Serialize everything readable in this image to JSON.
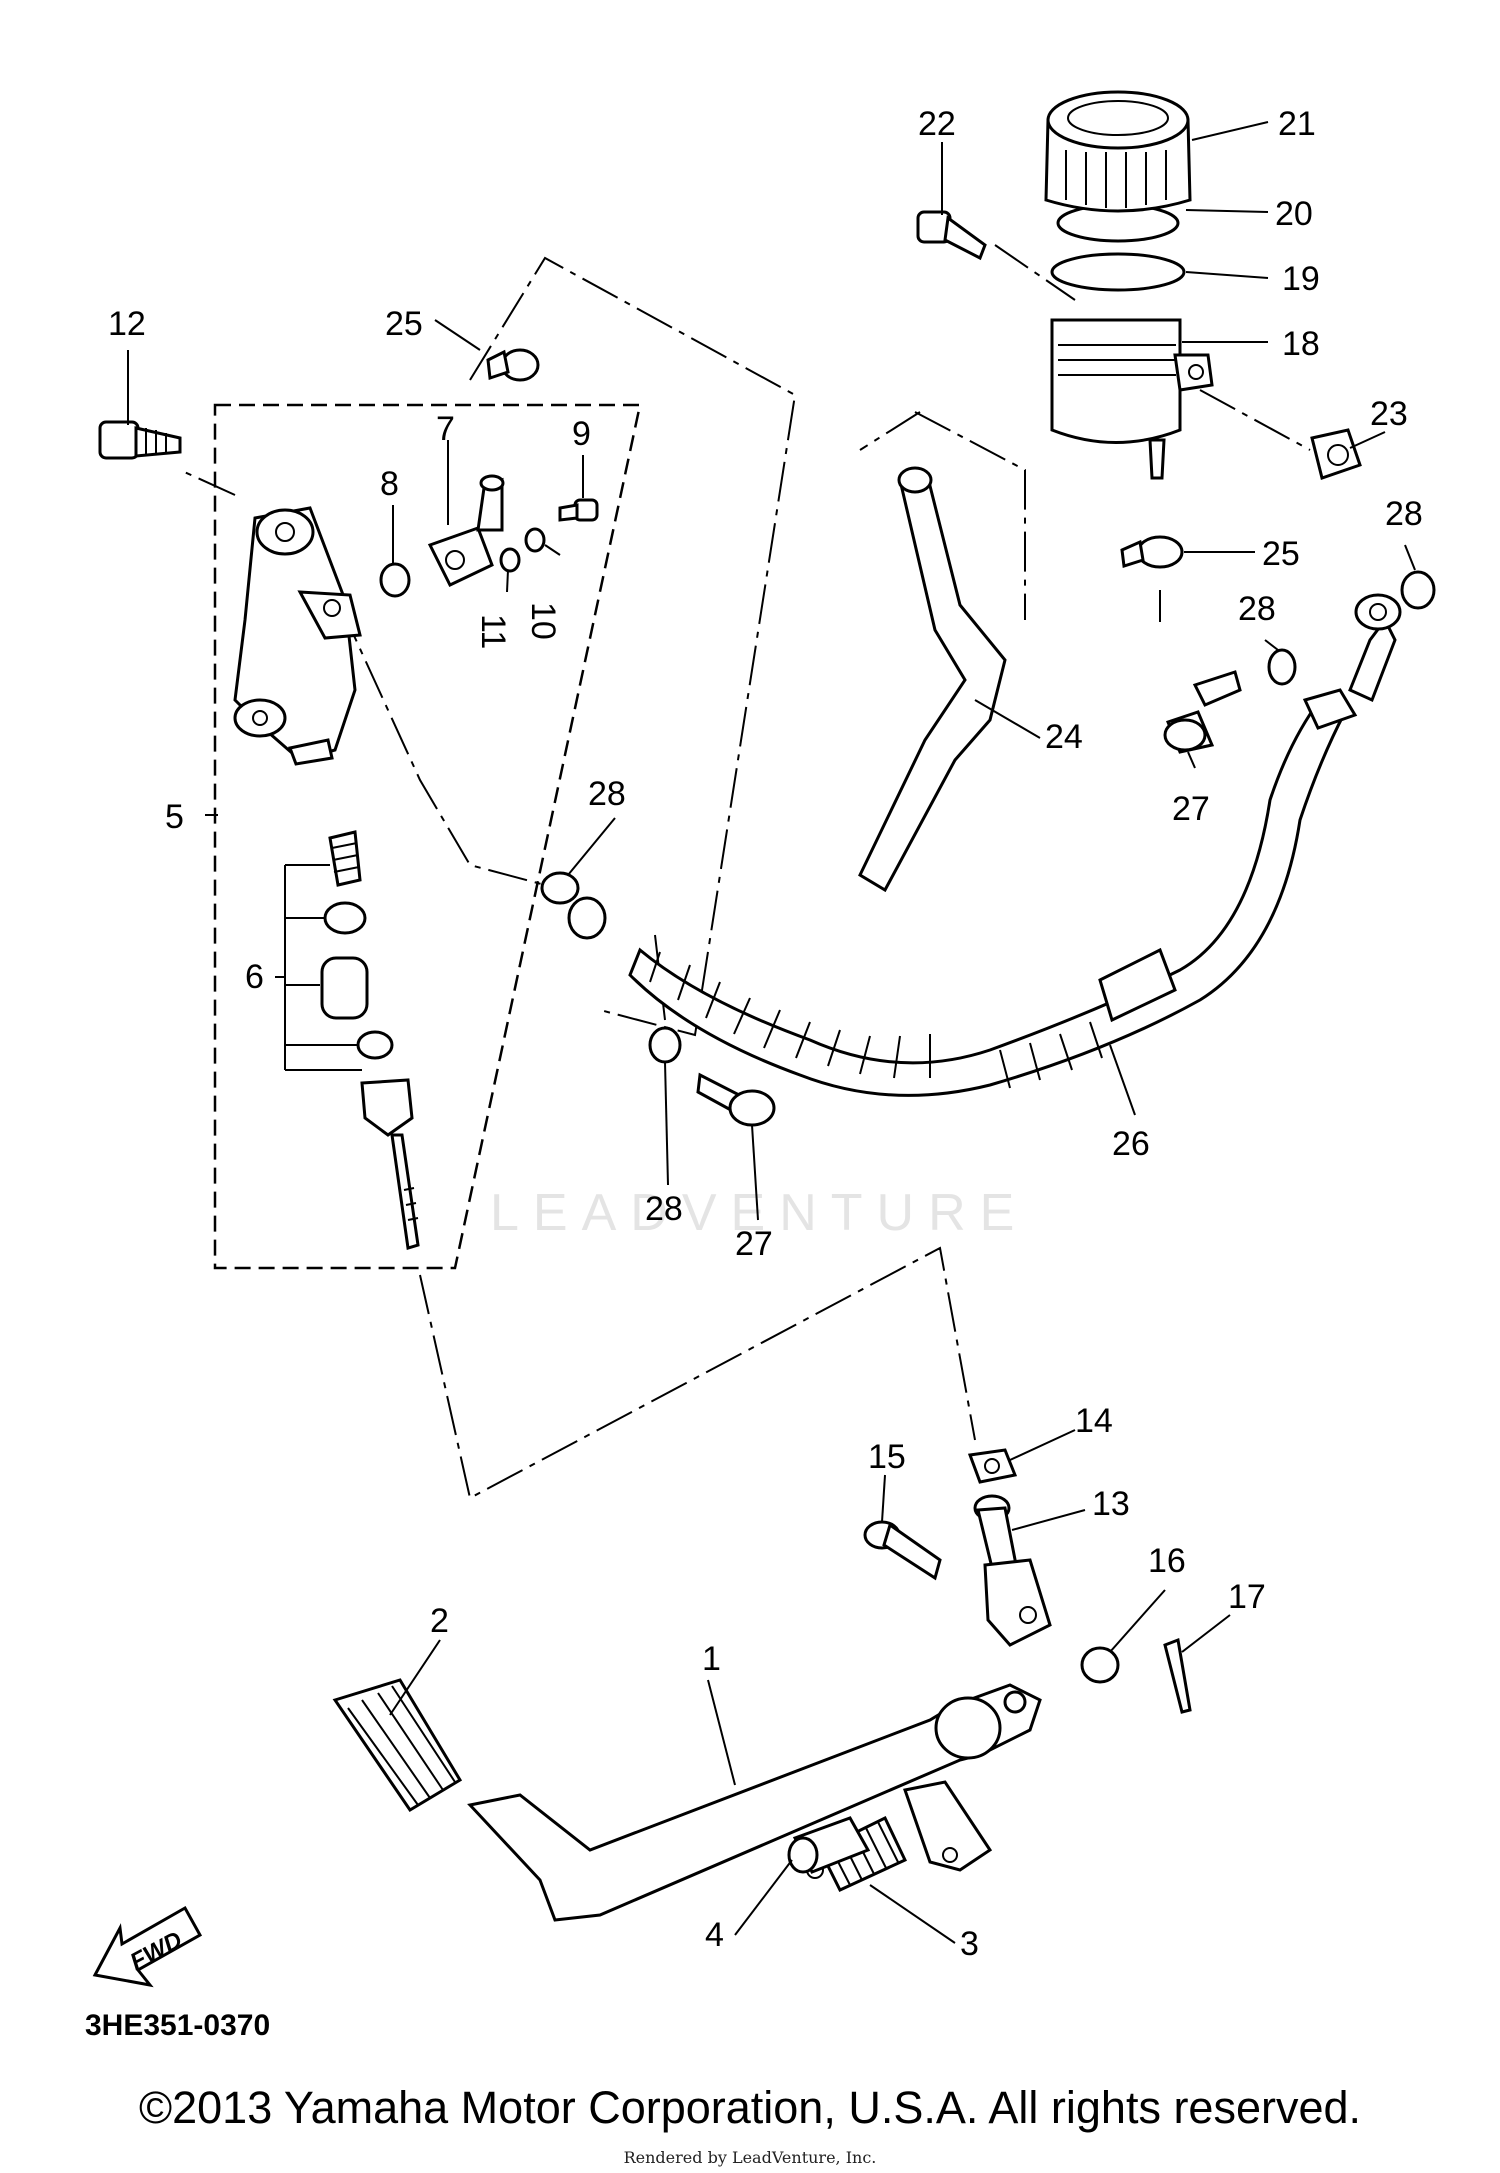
{
  "diagram": {
    "drawing_code": "3HE351-0370",
    "fwd_label": "FWD",
    "watermark": "LEADVENTURE",
    "callouts": [
      "1",
      "2",
      "3",
      "4",
      "5",
      "6",
      "7",
      "8",
      "9",
      "10",
      "11",
      "12",
      "13",
      "14",
      "15",
      "16",
      "17",
      "18",
      "19",
      "20",
      "21",
      "22",
      "23",
      "24",
      "25",
      "25",
      "26",
      "27",
      "27",
      "28",
      "28",
      "28",
      "28"
    ]
  },
  "footer": {
    "copyright": "©2013 Yamaha Motor Corporation, U.S.A. All rights reserved.",
    "rendered_by": "Rendered by LeadVenture, Inc."
  }
}
